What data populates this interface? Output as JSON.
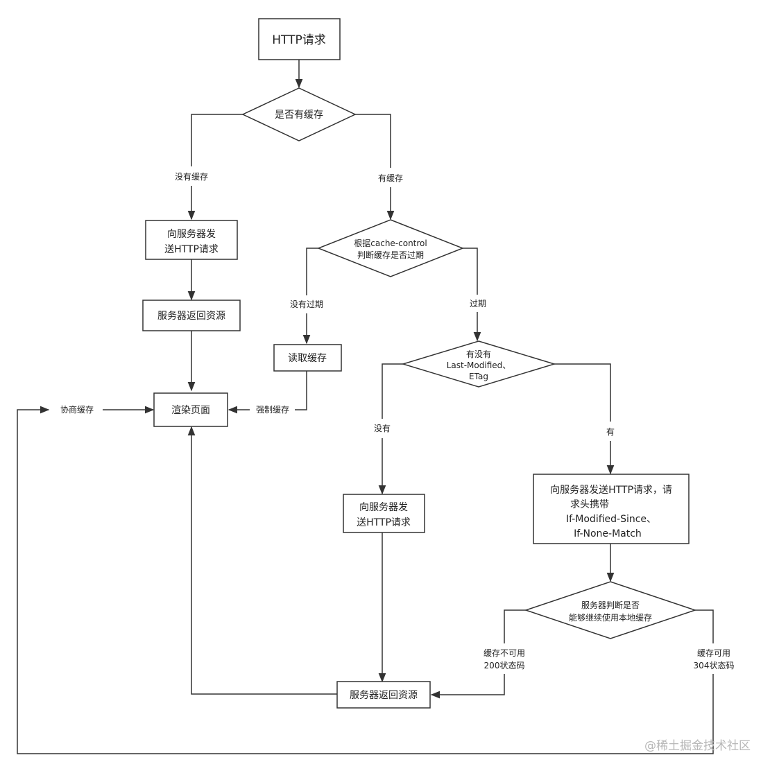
{
  "nodes": {
    "http_request": "HTTP请求",
    "has_cache": "是否有缓存",
    "send_request_left": [
      "向服务器发",
      "送HTTP请求"
    ],
    "server_return_left": "服务器返回资源",
    "render_page": "渲染页面",
    "cache_control": [
      "根据cache-control",
      "判断缓存是否过期"
    ],
    "read_cache": "读取缓存",
    "has_lastmod": [
      "有没有",
      "Last-Modified、",
      "ETag"
    ],
    "send_request_mid": [
      "向服务器发",
      "送HTTP请求"
    ],
    "send_request_right": [
      "向服务器发送HTTP请求，请",
      "求头携带",
      "If-Modified-Since、",
      "If-None-Match"
    ],
    "server_judge": [
      "服务器判断是否",
      "能够继续使用本地缓存"
    ],
    "server_return_bottom": "服务器返回资源"
  },
  "edge_labels": {
    "no_cache": "没有缓存",
    "has_cache": "有缓存",
    "not_expired": "没有过期",
    "expired": "过期",
    "none": "没有",
    "has": "有",
    "force_cache": "强制缓存",
    "negotiate_cache": "协商缓存",
    "unusable": [
      "缓存不可用",
      "200状态码"
    ],
    "usable": [
      "缓存可用",
      "304状态码"
    ]
  },
  "watermark": "@稀土掘金技术社区"
}
